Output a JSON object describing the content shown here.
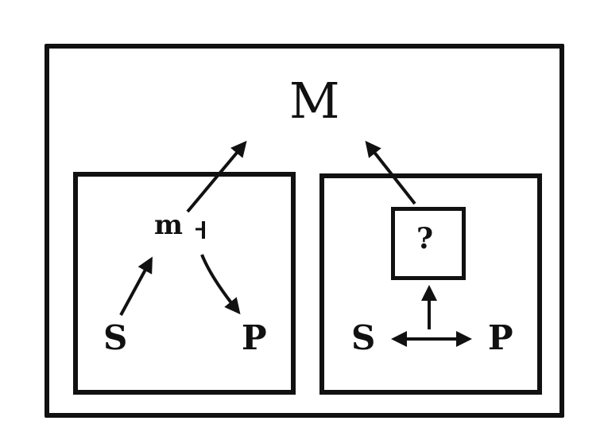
{
  "diagram": {
    "top_label": "M",
    "left_panel": {
      "center_label": "m",
      "left_label": "S",
      "right_label": "P"
    },
    "right_panel": {
      "box_label": "?",
      "left_label": "S",
      "right_label": "P"
    }
  }
}
